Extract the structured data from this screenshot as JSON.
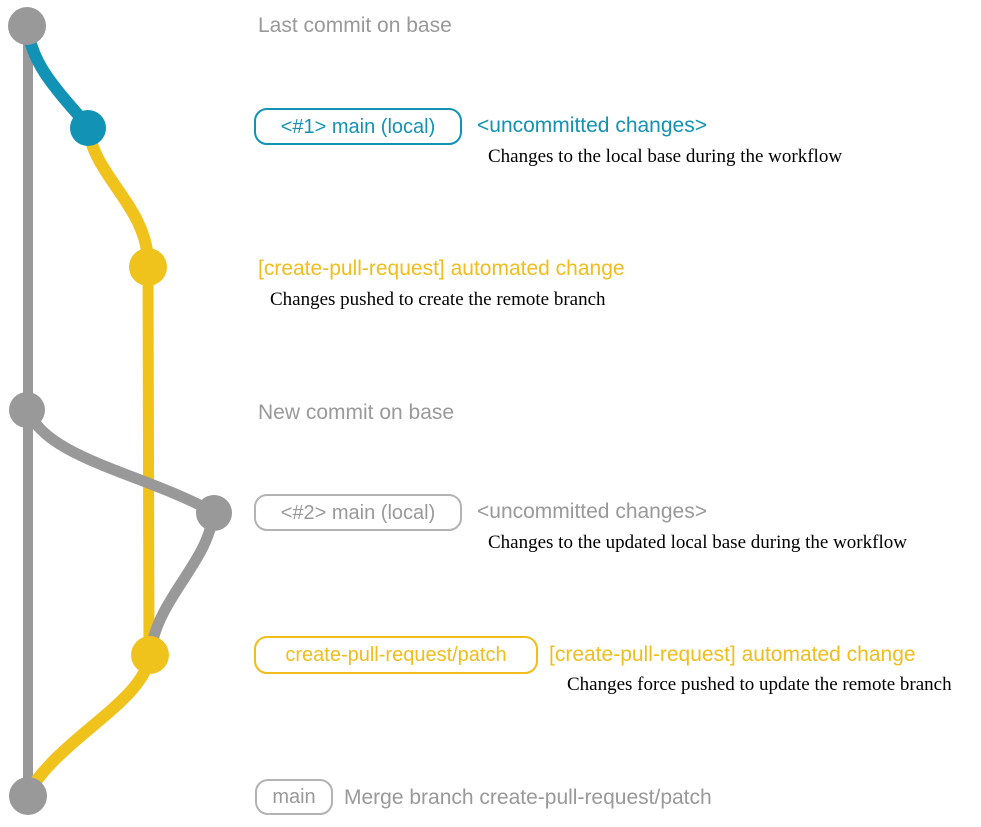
{
  "colors": {
    "gray": "#999999",
    "blue": "#1292b4",
    "yellow": "#f0bd1a",
    "description_text": "#000000",
    "background": "#ffffff"
  },
  "milestones": {
    "top": "Last commit on base",
    "middle": "New commit on base"
  },
  "rows": [
    {
      "badge": "<#1> main (local)",
      "heading": "<uncommitted changes>",
      "description": "Changes to the local base during the workflow",
      "color": "blue"
    },
    {
      "heading": "[create-pull-request] automated change",
      "description": "Changes pushed to create the remote branch",
      "color": "yellow"
    },
    {
      "badge": "<#2> main (local)",
      "heading": "<uncommitted changes>",
      "description": "Changes to the updated local base during the workflow",
      "color": "gray"
    },
    {
      "badge": "create-pull-request/patch",
      "heading": "[create-pull-request] automated change",
      "description": "Changes force pushed to update the remote branch",
      "color": "yellow"
    },
    {
      "badge": "main",
      "heading": "Merge branch create-pull-request/patch",
      "color": "gray"
    }
  ],
  "graph": {
    "branches": [
      "base (main)",
      "main (local)",
      "create-pull-request/patch"
    ],
    "commit_nodes": [
      "last-commit-on-base",
      "local-main-commit-1",
      "automated-change-commit-1",
      "new-commit-on-base",
      "local-main-commit-2",
      "automated-change-commit-2",
      "merge-commit"
    ]
  }
}
